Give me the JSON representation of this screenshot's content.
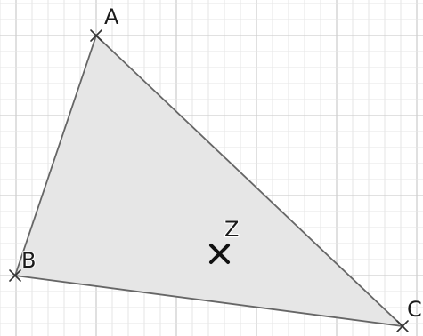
{
  "diagram": {
    "points": [
      {
        "id": "A",
        "label": "A"
      },
      {
        "id": "B",
        "label": "B"
      },
      {
        "id": "C",
        "label": "C"
      }
    ],
    "interior_point": {
      "id": "Z",
      "label": "Z"
    },
    "colors": {
      "triangle_fill": "#e6e6e6",
      "triangle_stroke": "#666666",
      "grid_minor": "#e6e6e6",
      "grid_major": "#cfcfcf",
      "marks": "#333333"
    },
    "grid": true
  }
}
